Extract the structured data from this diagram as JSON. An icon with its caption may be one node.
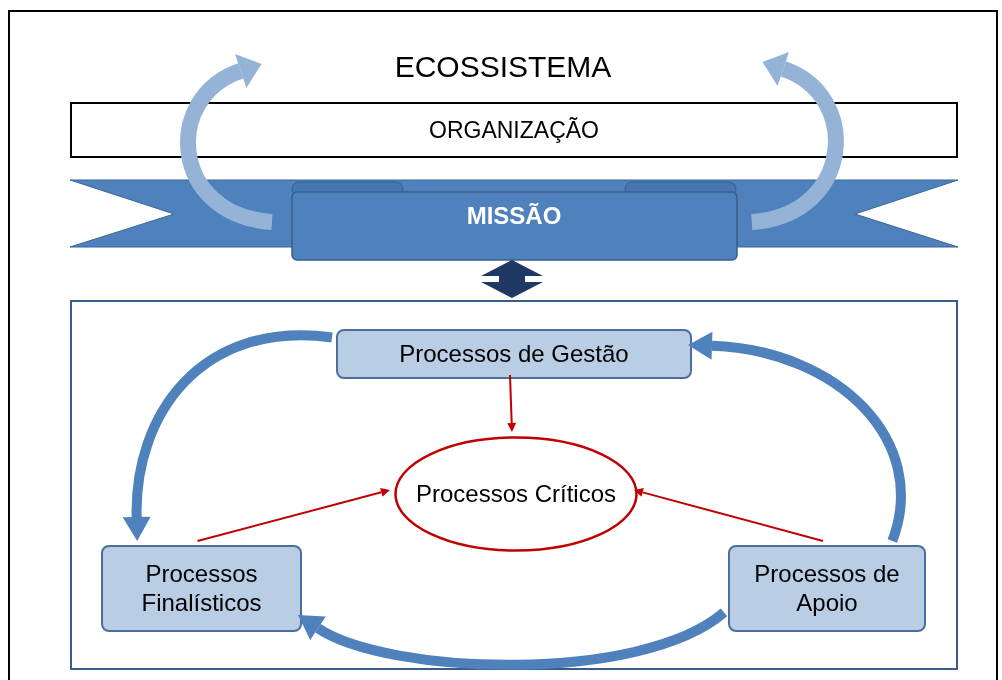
{
  "diagram": {
    "nodes": [
      {
        "text": [
          "ECOSSISTEMA"
        ]
      },
      {
        "text": [
          "ORGANIZAÇÃO"
        ],
        "in": 0
      },
      {
        "text": [
          "MISSÃO"
        ],
        "in": 0
      },
      {
        "text": [],
        "shape": "box",
        "in": 0
      },
      {
        "text": [
          "Processos de Gestão"
        ],
        "in": 3
      },
      {
        "text": [
          "Processos Críticos"
        ],
        "in": 3
      },
      {
        "text": [
          "Processos Finalísticos"
        ],
        "in": 3
      },
      {
        "text": [
          "Processos de Apoio"
        ],
        "in": 3
      }
    ],
    "edges": [
      {
        "from": 2,
        "to": 1,
        "arrow": "to",
        "color": "#95b3d7"
      },
      {
        "from": 2,
        "to": 1,
        "arrow": "to",
        "color": "#95b3d7"
      },
      {
        "from": 2,
        "to": 3,
        "arrow": "both",
        "style": "thick",
        "color": "#1f3864"
      },
      {
        "from": 4,
        "to": 5,
        "arrow": "to",
        "color": "#c00000"
      },
      {
        "from": 6,
        "to": 5,
        "arrow": "to",
        "color": "#c00000"
      },
      {
        "from": 7,
        "to": 5,
        "arrow": "to",
        "color": "#c00000"
      },
      {
        "from": 4,
        "to": 6,
        "arrow": "to",
        "color": "#4f81bd"
      },
      {
        "from": 7,
        "to": 4,
        "arrow": "to",
        "color": "#4f81bd"
      },
      {
        "from": 7,
        "to": 6,
        "arrow": "to",
        "color": "#4f81bd"
      }
    ]
  }
}
